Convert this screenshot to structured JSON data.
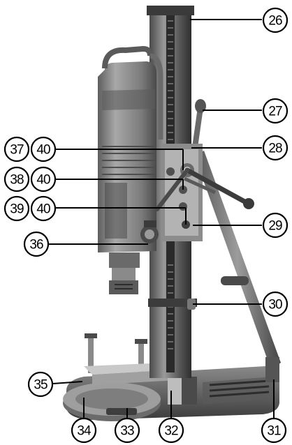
{
  "figure": {
    "colors": {
      "background": "#ffffff",
      "metal_dark": "#3a3a3a",
      "metal_mid": "#6e6e6e",
      "metal_light": "#b9b9b9",
      "housing": "#8a8a8a",
      "callout_stroke": "#000000"
    },
    "callouts": [
      {
        "id": "c26",
        "label": "26"
      },
      {
        "id": "c27",
        "label": "27"
      },
      {
        "id": "c28",
        "label": "28"
      },
      {
        "id": "c37",
        "label": "37"
      },
      {
        "id": "c40a",
        "label": "40"
      },
      {
        "id": "c38",
        "label": "38"
      },
      {
        "id": "c40b",
        "label": "40"
      },
      {
        "id": "c39",
        "label": "39"
      },
      {
        "id": "c40c",
        "label": "40"
      },
      {
        "id": "c29",
        "label": "29"
      },
      {
        "id": "c36",
        "label": "36"
      },
      {
        "id": "c30",
        "label": "30"
      },
      {
        "id": "c35",
        "label": "35"
      },
      {
        "id": "c31",
        "label": "31"
      },
      {
        "id": "c34",
        "label": "34"
      },
      {
        "id": "c33",
        "label": "33"
      },
      {
        "id": "c32",
        "label": "32"
      }
    ]
  }
}
